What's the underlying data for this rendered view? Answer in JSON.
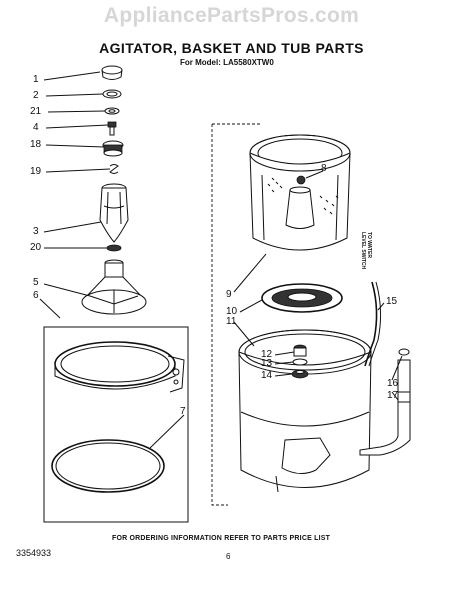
{
  "watermark": "AppliancePartsPros.com",
  "title": "AGITATOR, BASKET AND TUB PARTS",
  "subtitle": "For Model: LA5580XTW0",
  "side_note": "TO WATER LEVEL SWITCH",
  "footer": {
    "note": "FOR ORDERING INFORMATION REFER TO PARTS PRICE LIST",
    "part_number": "3354933",
    "page": "6"
  },
  "callouts": [
    "1",
    "2",
    "21",
    "4",
    "18",
    "19",
    "3",
    "20",
    "5",
    "6",
    "7",
    "8",
    "9",
    "10",
    "11",
    "12",
    "13",
    "14",
    "15",
    "16",
    "17"
  ]
}
